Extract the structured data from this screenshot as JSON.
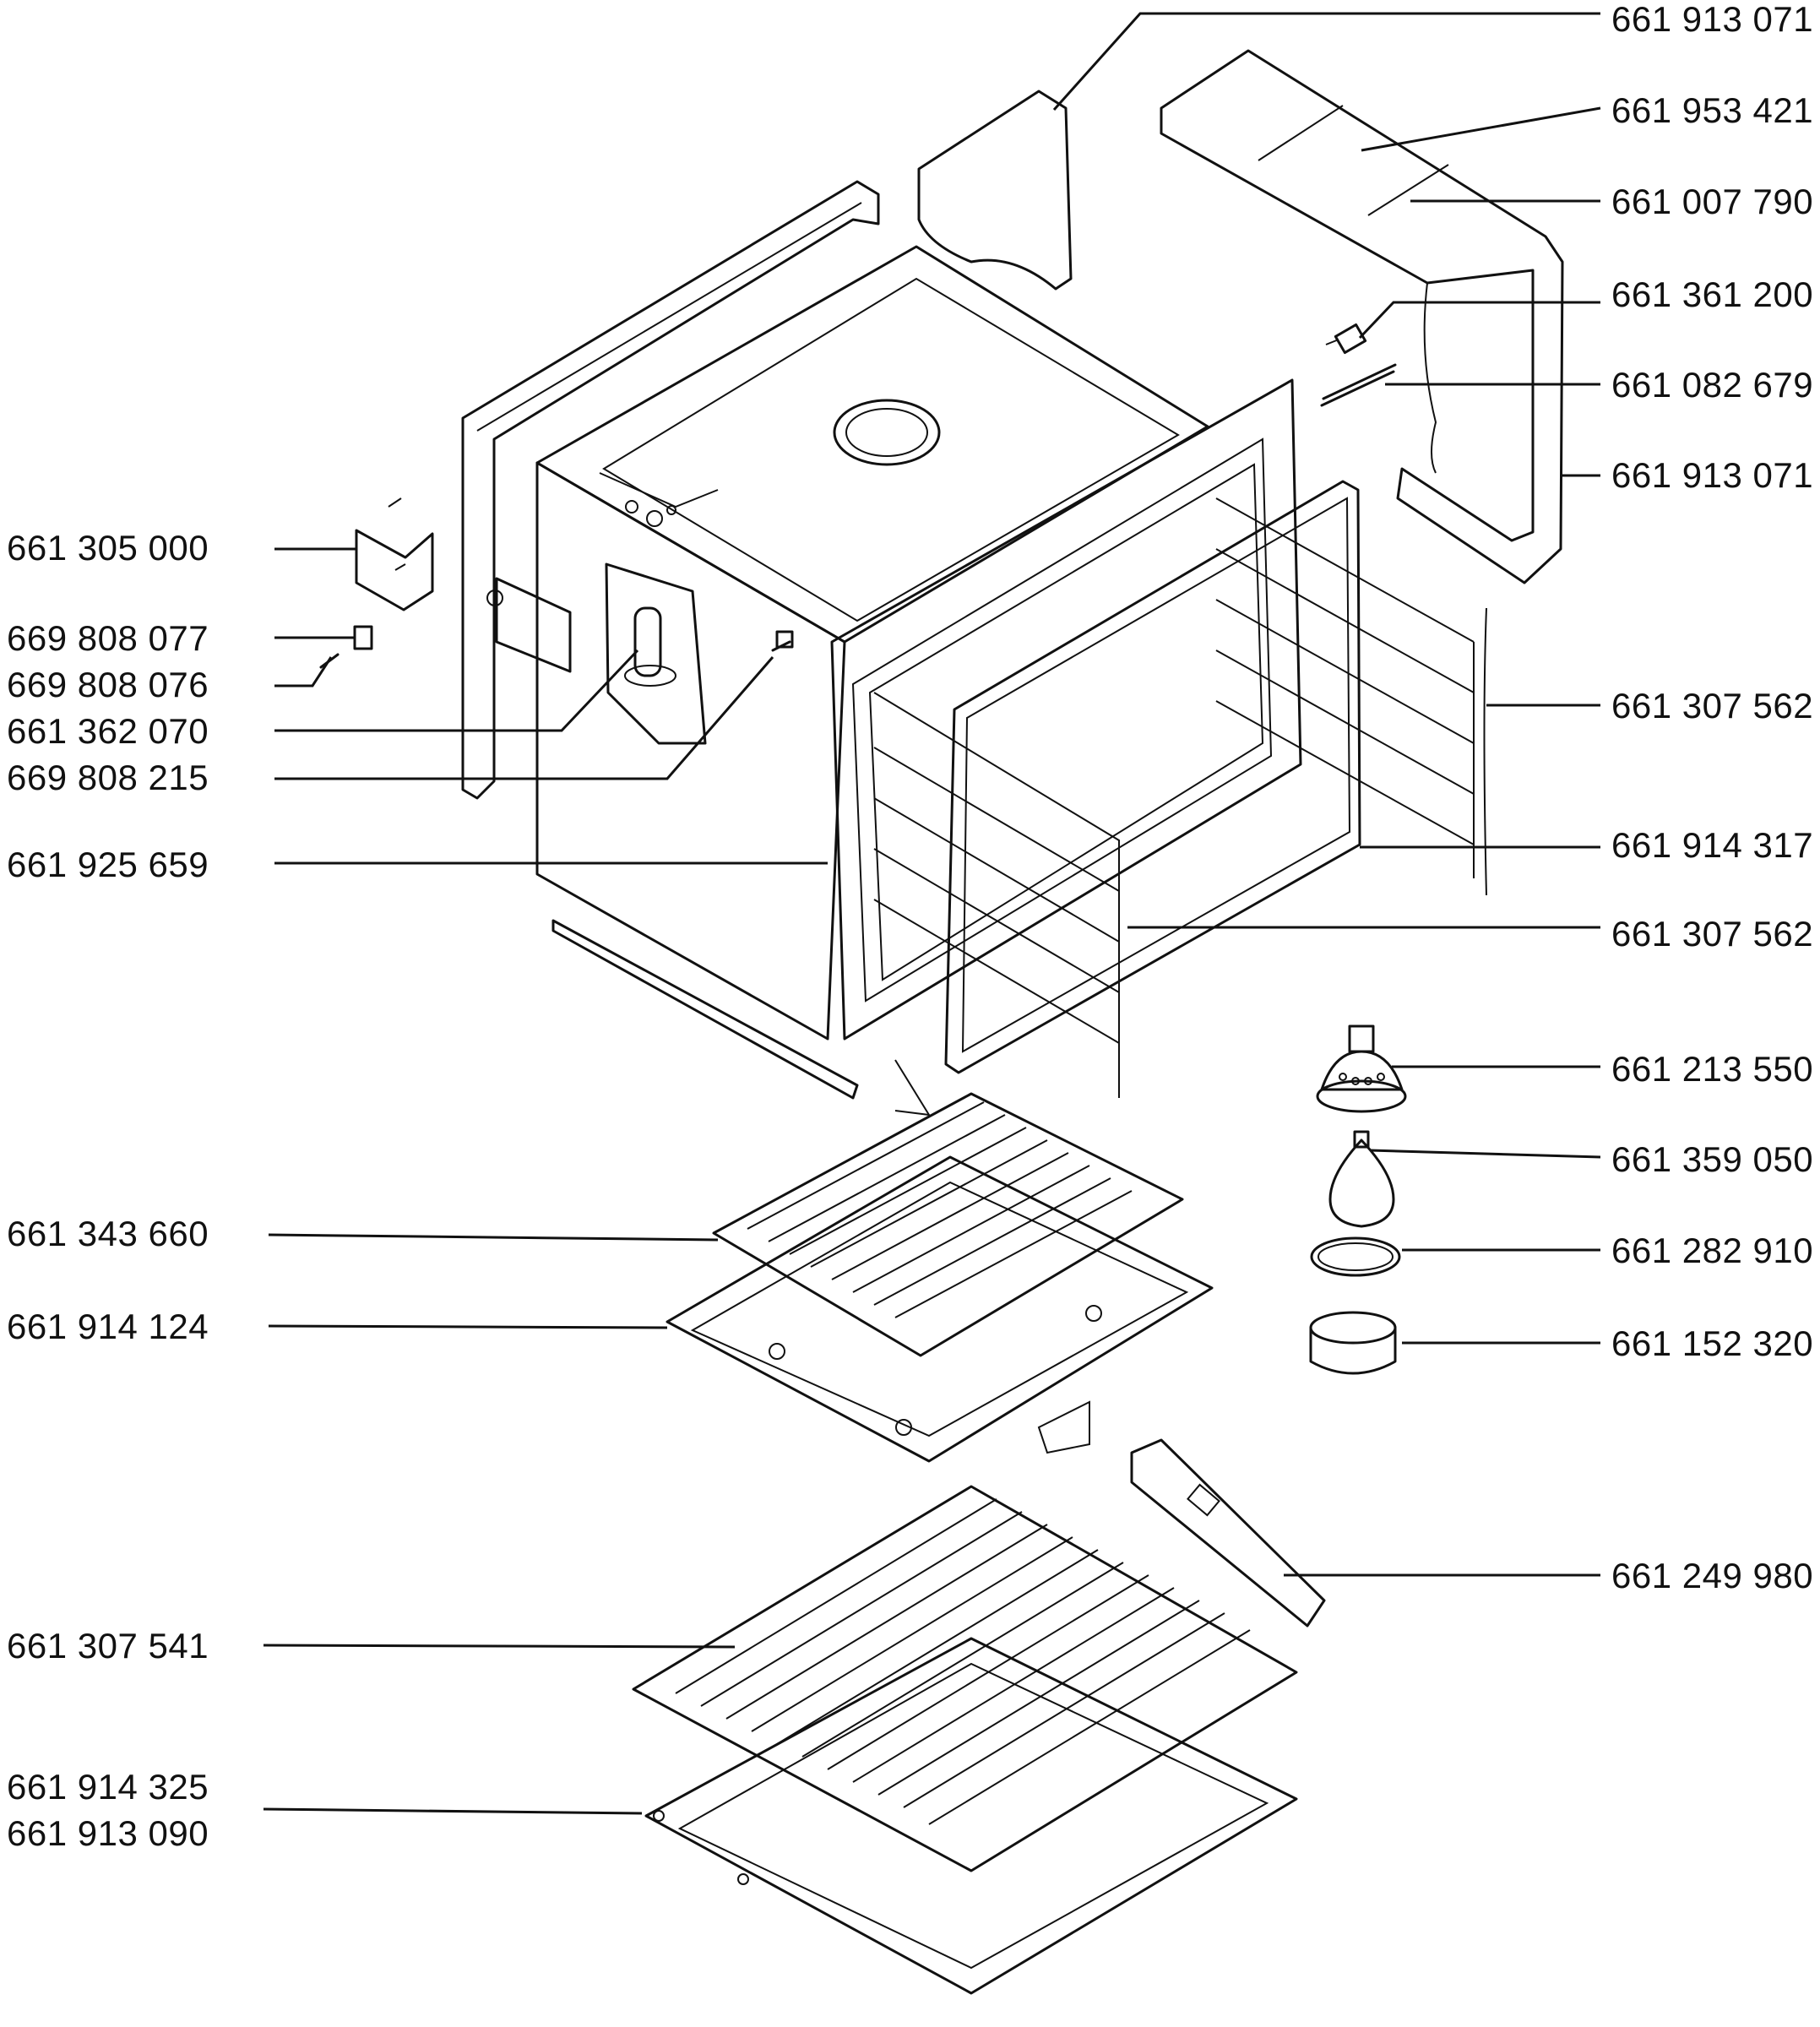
{
  "labels_right": [
    "661 913 071",
    "661 953 421",
    "661 007 790",
    "661 361 200",
    "661 082 679",
    "661 913 071",
    "661 307 562",
    "661 914 317",
    "661 307 562",
    "661 213 550",
    "661 359 050",
    "661 282 910",
    "661 152 320",
    "661 249 980"
  ],
  "labels_left": [
    "661 305 000",
    "669 808 077",
    "669 808 076",
    "661 362 070",
    "669 808 215",
    "661 925 659",
    "661 343 660",
    "661 914 124",
    "661 307 541",
    "661 914 325",
    "661 913 090"
  ]
}
